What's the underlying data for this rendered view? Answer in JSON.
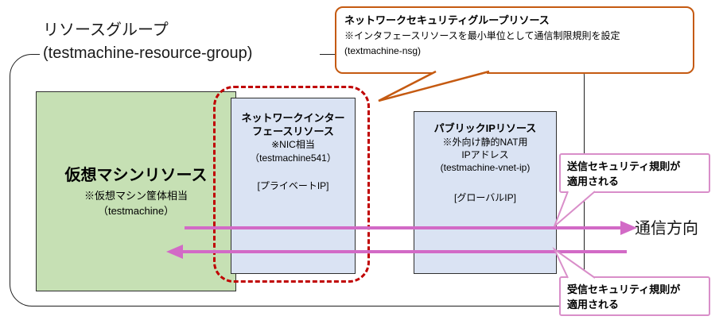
{
  "resource_group": {
    "title": "リソースグループ",
    "subtitle": "(testmachine-resource-group)"
  },
  "nsg_callout": {
    "title": "ネットワークセキュリティグループリソース",
    "description": "※インタフェースリソースを最小単位として通信制限規則を設定",
    "name": "(textmachine-nsg)"
  },
  "vm_box": {
    "title": "仮想マシンリソース",
    "note": "※仮想マシン筐体相当",
    "name": "（testmachine）"
  },
  "nic_box": {
    "title_line1": "ネットワークインター",
    "title_line2": "フェースリソース",
    "note": "※NIC相当",
    "name": "（testmachine541）",
    "ip_label": "[プライベートIP]"
  },
  "public_ip_box": {
    "title": "パブリックIPリソース",
    "note_line1": "※外向け静的NAT用",
    "note_line2": "IPアドレス",
    "name": "(testmachine-vnet-ip)",
    "ip_label": "[グローバルIP]"
  },
  "flow": {
    "direction_label": "通信方向"
  },
  "outbound_callout": {
    "line1": "送信セキュリティ規則が",
    "line2": "適用される"
  },
  "inbound_callout": {
    "line1": "受信セキュリティ規則が",
    "line2": "適用される"
  },
  "colors": {
    "vm_fill": "#c6e0b4",
    "resource_fill": "#dae3f3",
    "nsg_border": "#c55a11",
    "nsg_scope_dashed": "#c00000",
    "arrow": "#d26ac6",
    "rule_callout_border": "#d98ec9"
  }
}
